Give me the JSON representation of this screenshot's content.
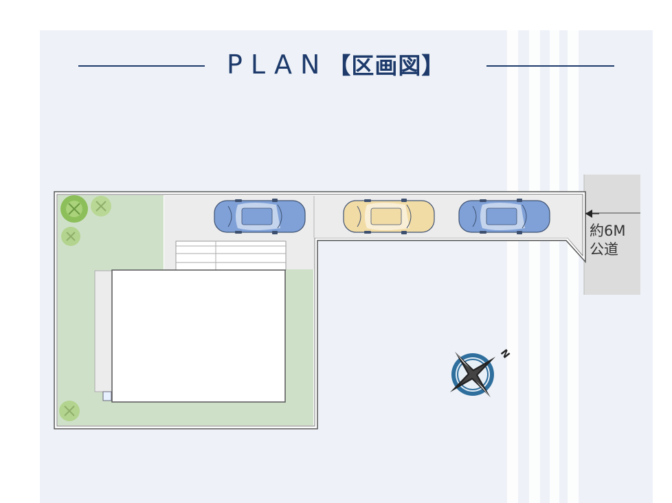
{
  "title": {
    "main": "PLAN",
    "sub": "【区画図】"
  },
  "road": {
    "width_label": "約6M",
    "type_label": "公道"
  },
  "compass": {
    "north_label": "N"
  },
  "parking": {
    "cars": [
      {
        "body_color": "#7fa1d8"
      },
      {
        "body_color": "#f2dca6"
      },
      {
        "body_color": "#7fa1d8"
      }
    ]
  },
  "colors": {
    "background": "#eef2f8",
    "lawn": "#cfe0c9",
    "paving": "#ececec",
    "road": "#dcdcdc",
    "accent": "#1d3a6b"
  },
  "icons": [
    "tree-icon",
    "car-icon",
    "compass-icon",
    "road-arrow-icon"
  ]
}
